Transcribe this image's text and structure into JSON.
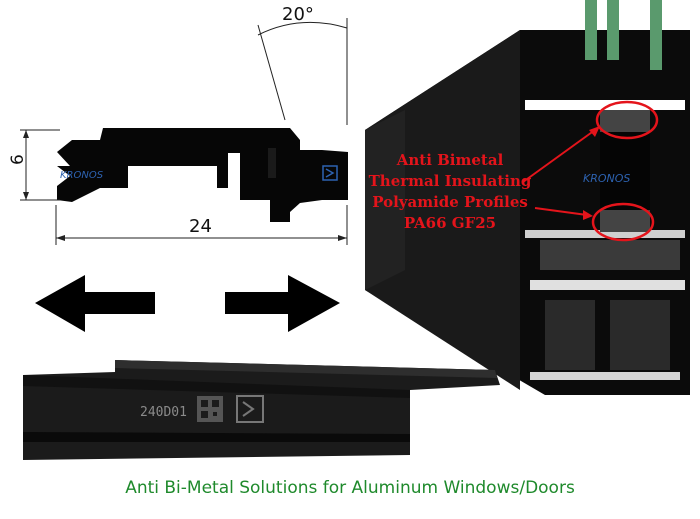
{
  "drawing": {
    "angle_label": "20°",
    "height_label": "6",
    "width_label": "24",
    "brand_text": "KRONOS"
  },
  "callout": {
    "lines": [
      "Anti Bimetal",
      "Thermal Insulating",
      "Polyamide Profiles",
      "PA66 GF25"
    ],
    "color": "#e4141b"
  },
  "strip": {
    "part_code": "240D01"
  },
  "section": {
    "brand_text": "KRONOS"
  },
  "caption": {
    "text": "Anti Bi-Metal Solutions for Aluminum Windows/Doors",
    "color": "#1f8a2c"
  },
  "arrows": {
    "left_icon": "arrow-left-icon",
    "right_icon": "arrow-right-icon"
  }
}
